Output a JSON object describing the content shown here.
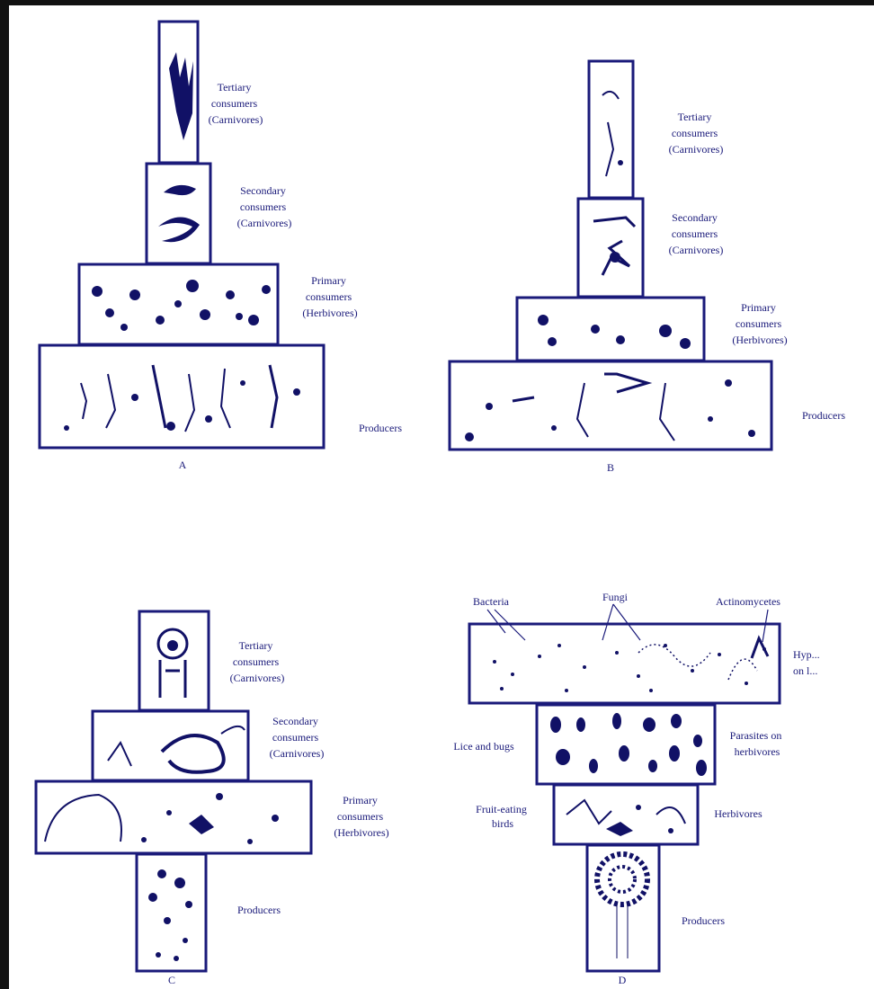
{
  "pyramids": {
    "a": {
      "caption": "A",
      "levels": [
        [
          "Tertiary",
          "consumers",
          "(Carnivores)"
        ],
        [
          "Secondary",
          "consumers",
          "(Carnivores)"
        ],
        [
          "Primary",
          "consumers",
          "(Herbivores)"
        ],
        [
          "Producers"
        ]
      ]
    },
    "b": {
      "caption": "B",
      "levels": [
        [
          "Tertiary",
          "consumers",
          "(Carnivores)"
        ],
        [
          "Secondary",
          "consumers",
          "(Carnivores)"
        ],
        [
          "Primary",
          "consumers",
          "(Herbivores)"
        ],
        [
          "Producers"
        ]
      ]
    },
    "c": {
      "caption": "C",
      "levels": [
        [
          "Tertiary",
          "consumers",
          "(Carnivores)"
        ],
        [
          "Secondary",
          "consumers",
          "(Carnivores)"
        ],
        [
          "Primary",
          "consumers",
          "(Herbivores)"
        ],
        [
          "Producers"
        ]
      ]
    },
    "d": {
      "caption": "D",
      "top_labels": [
        "Bacteria",
        "Fungi",
        "Actinomycetes"
      ],
      "hyper_label": [
        "Hyp...",
        "on l..."
      ],
      "lice_label": "Lice and bugs",
      "parasites_label": [
        "Parasites on",
        "herbivores"
      ],
      "fruit_label": [
        "Fruit-eating",
        "birds"
      ],
      "herbivores_label": "Herbivores",
      "producers_label": "Producers"
    }
  },
  "colors": {
    "ink": "#1a1a7a",
    "background": "#ffffff",
    "frame": "#111111"
  }
}
